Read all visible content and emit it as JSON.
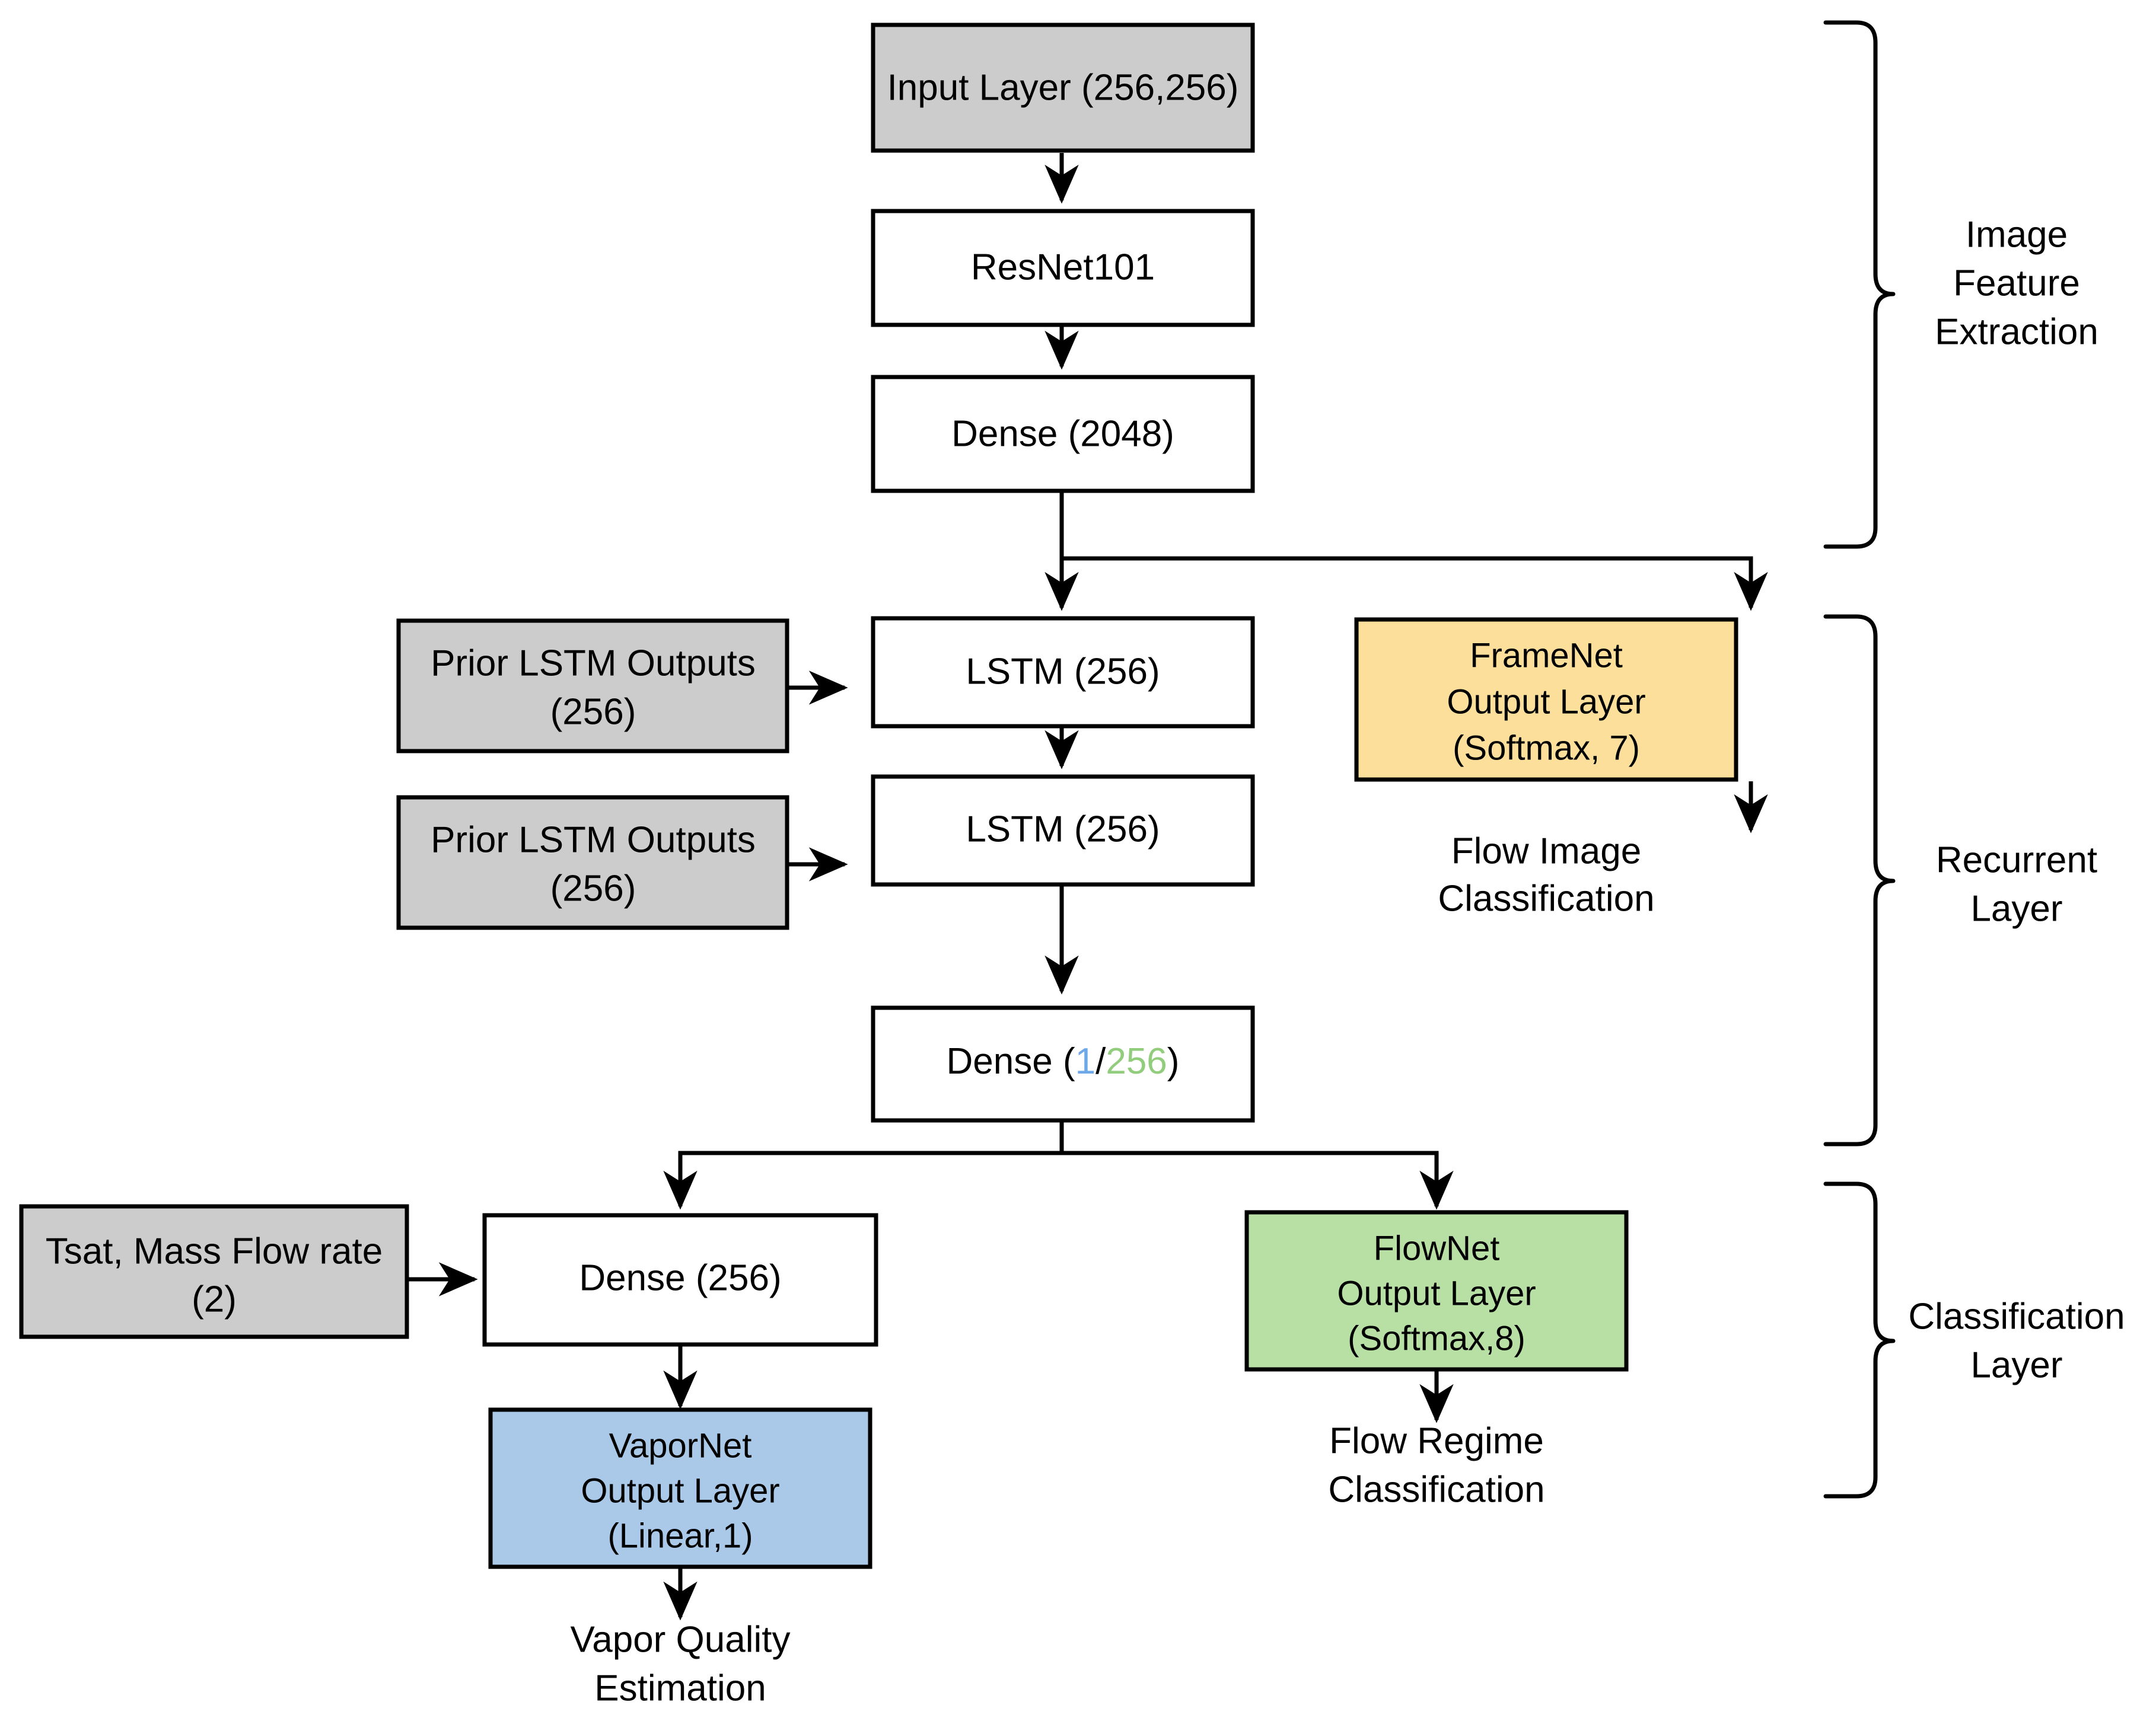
{
  "diagram": {
    "title": "Neural network architecture flowchart",
    "colors": {
      "gray_fill": "#cccccc",
      "yellow_fill": "#fbdf9a",
      "green_fill": "#b8e0a5",
      "blue_fill": "#aac8e8",
      "white_fill": "#ffffff",
      "stroke": "#000000",
      "accent_blue_text": "#6fa8e8",
      "accent_green_text": "#92cd7e"
    },
    "nodes": {
      "input_layer": {
        "label": "Input Layer (256,256)",
        "fill_key": "gray_fill"
      },
      "resnet": {
        "label": "ResNet101",
        "fill_key": "white_fill"
      },
      "dense_2048": {
        "label": "Dense (2048)",
        "fill_key": "white_fill"
      },
      "prior_lstm_1": {
        "line1": "Prior LSTM Outputs",
        "line2": "(256)",
        "fill_key": "gray_fill"
      },
      "prior_lstm_2": {
        "line1": "Prior LSTM Outputs",
        "line2": "(256)",
        "fill_key": "gray_fill"
      },
      "lstm_1": {
        "label": "LSTM (256)",
        "fill_key": "white_fill"
      },
      "lstm_2": {
        "label": "LSTM (256)",
        "fill_key": "white_fill"
      },
      "framenet": {
        "line1": "FrameNet",
        "line2": "Output Layer",
        "line3": "(Softmax, 7)",
        "fill_key": "yellow_fill"
      },
      "dense_1_256": {
        "prefix": "Dense (",
        "value_a": "1",
        "separator": "/",
        "value_b": "256",
        "suffix": ")",
        "fill_key": "white_fill"
      },
      "tsat_inputs": {
        "line1": "Tsat, Mass Flow rate",
        "line2": "(2)",
        "fill_key": "gray_fill"
      },
      "dense_256": {
        "label": "Dense (256)",
        "fill_key": "white_fill"
      },
      "flownet": {
        "line1": "FlowNet",
        "line2": "Output Layer",
        "line3": "(Softmax,8)",
        "fill_key": "green_fill"
      },
      "vapornet": {
        "line1": "VaporNet",
        "line2": "Output Layer",
        "line3": "(Linear,1)",
        "fill_key": "blue_fill"
      }
    },
    "outputs": {
      "flow_image_classification": {
        "line1": "Flow Image",
        "line2": "Classification"
      },
      "flow_regime_classification": {
        "line1": "Flow Regime",
        "line2": "Classification"
      },
      "vapor_quality_estimation": {
        "line1": "Vapor Quality",
        "line2": "Estimation"
      }
    },
    "group_labels": {
      "image_feature_extraction": {
        "line1": "Image",
        "line2": "Feature",
        "line3": "Extraction"
      },
      "recurrent_layer": {
        "line1": "Recurrent",
        "line2": "Layer"
      },
      "classification_layer": {
        "line1": "Classification",
        "line2": "Layer"
      }
    }
  }
}
